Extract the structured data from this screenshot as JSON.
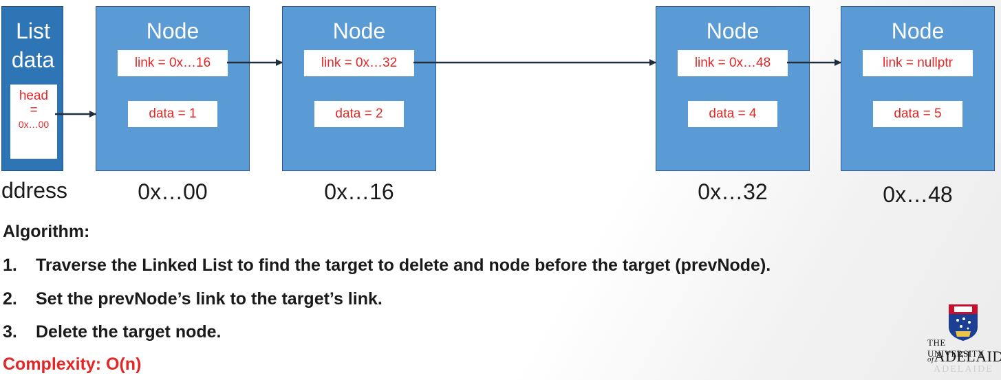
{
  "list_data": {
    "title_line1": "List",
    "title_line2": "data",
    "head_label": "head",
    "head_eq": "=",
    "head_value": "0x…00"
  },
  "nodes": [
    {
      "title": "Node",
      "link": "link = 0x…16",
      "data": "data = 1",
      "address": "0x…00"
    },
    {
      "title": "Node",
      "link": "link = 0x…32",
      "data": "data = 2",
      "address": "0x…16"
    },
    {
      "title": "Node",
      "link": "link = 0x…48",
      "data": "data = 4",
      "address": "0x…32"
    },
    {
      "title": "Node",
      "link": "link = nullptr",
      "data": "data = 5",
      "address": "0x…48"
    }
  ],
  "address_label": "ddress",
  "algorithm": {
    "title": "Algorithm:",
    "steps": [
      {
        "num": "1.",
        "text": "Traverse the Linked List to find the target to delete and node before the target (prevNode)."
      },
      {
        "num": "2.",
        "text": "Set the prevNode’s link to the target’s link."
      },
      {
        "num": "3.",
        "text": "Delete the target node."
      }
    ]
  },
  "complexity": "Complexity: O(n)",
  "logo": {
    "line1": "THE UNIVERSITY",
    "line2": "ADELAIDE"
  },
  "colors": {
    "list_box": "#2e75b6",
    "node_box": "#5b9bd5",
    "field_text": "#e32626",
    "complexity": "#e32626"
  }
}
